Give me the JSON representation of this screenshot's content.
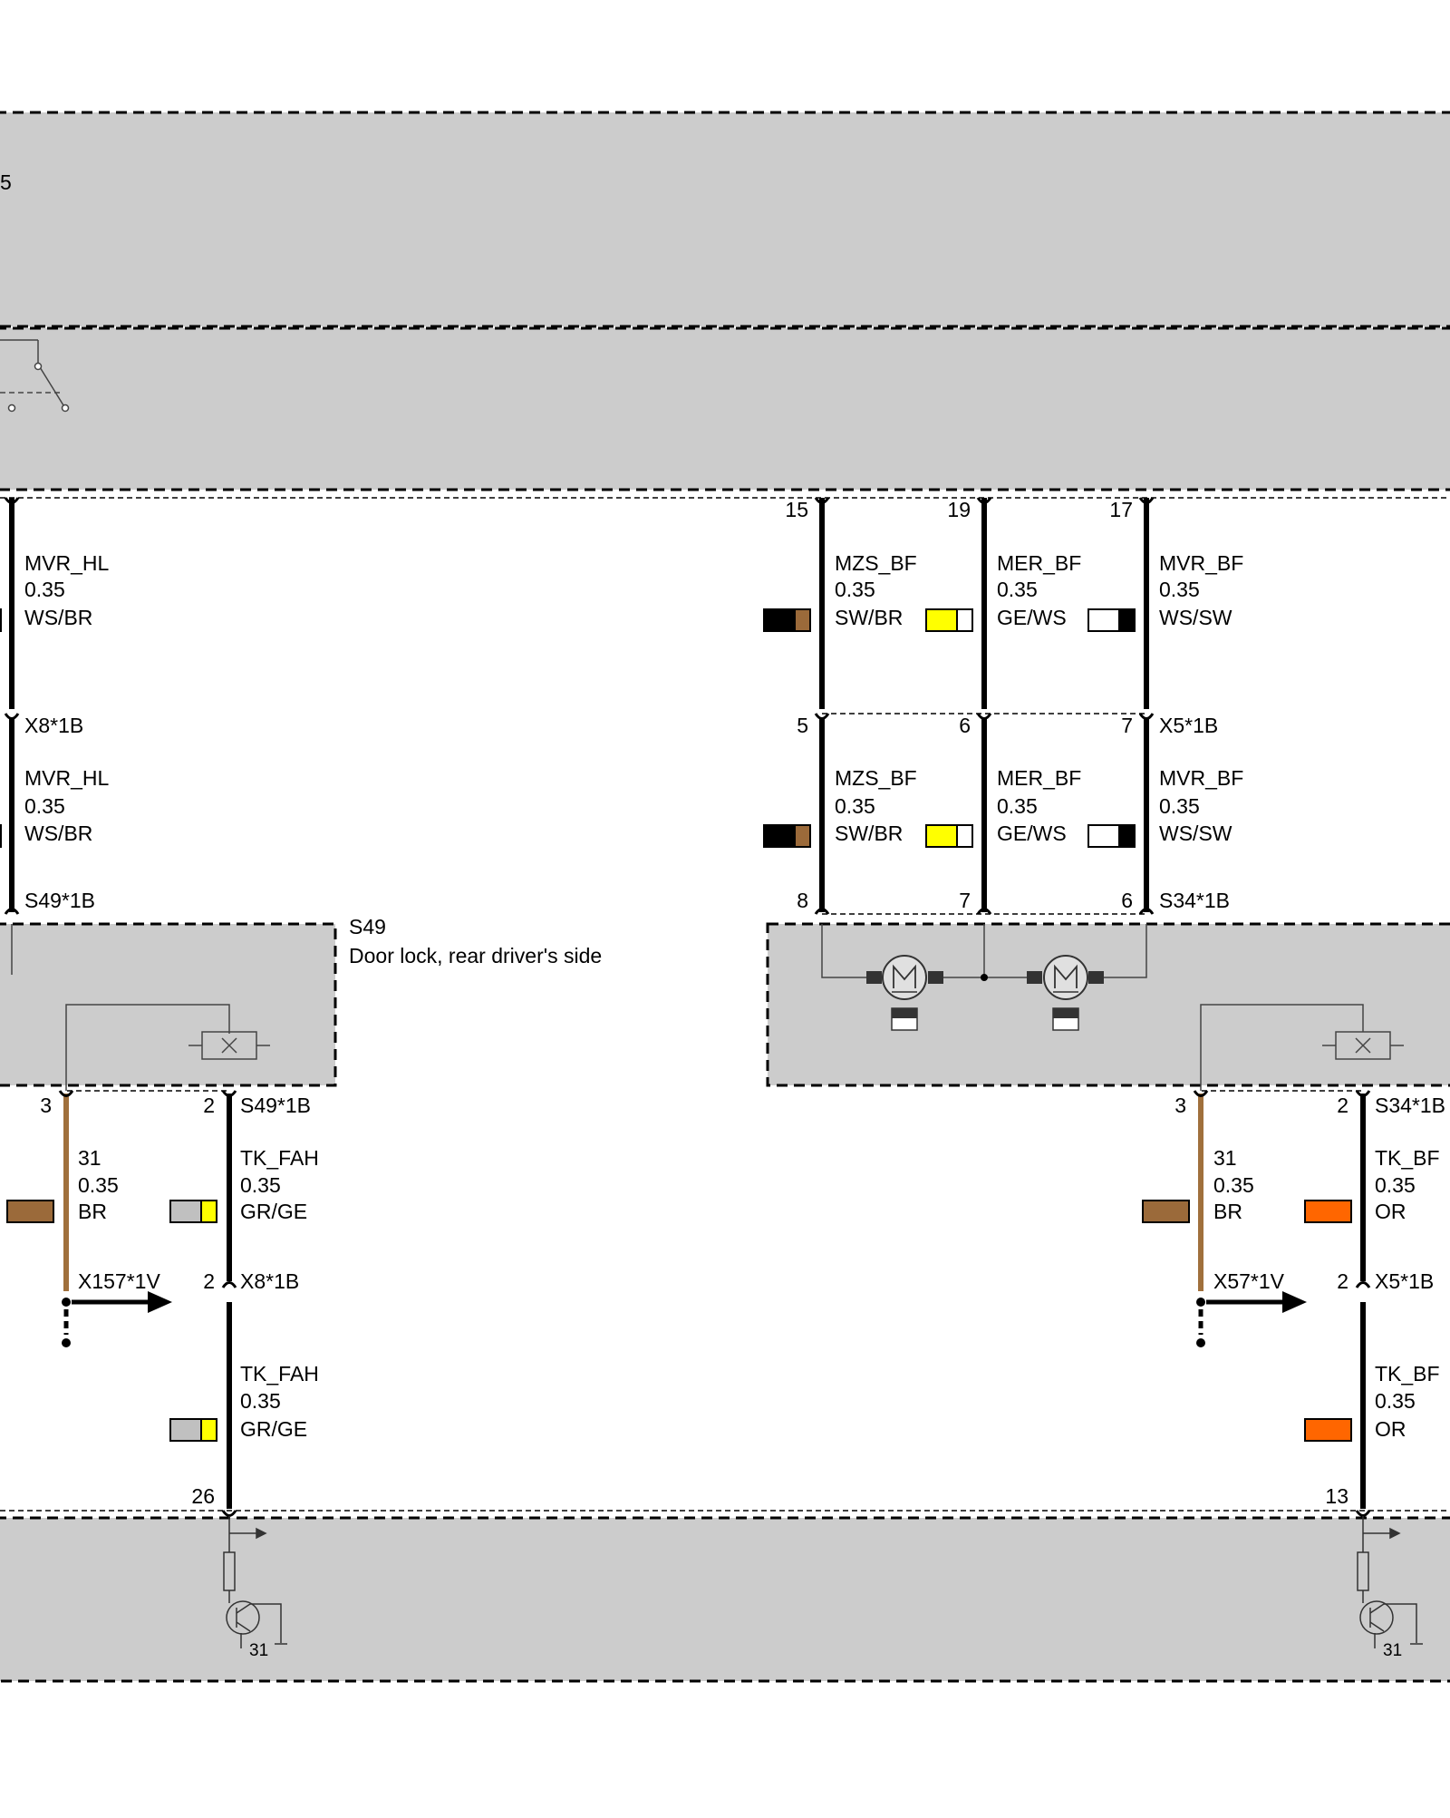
{
  "top_module": {
    "label_fragment": "5"
  },
  "left_section": {
    "upper_pin": {
      "signal": "MVR_HL",
      "size": "0.35",
      "color_code": "WS/BR"
    },
    "connector_mid": "X8*1B",
    "lower_pin": {
      "signal": "MVR_HL",
      "size": "0.35",
      "color_code": "WS/BR"
    },
    "connector_bottom": "S49*1B",
    "component": {
      "id": "S49",
      "name": "Door lock, rear driver's side"
    },
    "pin3": {
      "pin": "3",
      "signal": "31",
      "size": "0.35",
      "color_code": "BR"
    },
    "pin2": {
      "pin": "2",
      "connector": "S49*1B",
      "signal": "TK_FAH",
      "size": "0.35",
      "color_code": "GR/GE"
    },
    "ground_conn": "X157*1V",
    "pin2_x": {
      "pin": "2",
      "connector": "X8*1B"
    },
    "lower_wire": {
      "signal": "TK_FAH",
      "size": "0.35",
      "color_code": "GR/GE"
    },
    "ecu_pin": "26",
    "ground_label": "31"
  },
  "right_section": {
    "upper_pins": [
      {
        "pin": "15",
        "signal": "MZS_BF",
        "size": "0.35",
        "color_code": "SW/BR"
      },
      {
        "pin": "19",
        "signal": "MER_BF",
        "size": "0.35",
        "color_code": "GE/WS"
      },
      {
        "pin": "17",
        "signal": "MVR_BF",
        "size": "0.35",
        "color_code": "WS/SW"
      }
    ],
    "connector_mid": "X5*1B",
    "mid_pins": [
      "5",
      "6",
      "7"
    ],
    "lower_pins": [
      {
        "signal": "MZS_BF",
        "size": "0.35",
        "color_code": "SW/BR"
      },
      {
        "signal": "MER_BF",
        "size": "0.35",
        "color_code": "GE/WS"
      },
      {
        "signal": "MVR_BF",
        "size": "0.35",
        "color_code": "WS/SW"
      }
    ],
    "bottom_pins": [
      "8",
      "7",
      "6"
    ],
    "connector_bottom": "S34*1B",
    "pin3": {
      "pin": "3",
      "signal": "31",
      "size": "0.35",
      "color_code": "BR"
    },
    "pin2": {
      "pin": "2",
      "connector": "S34*1B",
      "signal": "TK_BF",
      "size": "0.35",
      "color_code": "OR"
    },
    "ground_conn": "X57*1V",
    "pin2_x": {
      "pin": "2",
      "connector": "X5*1B"
    },
    "lower_wire": {
      "signal": "TK_BF",
      "size": "0.35",
      "color_code": "OR"
    },
    "ecu_pin": "13",
    "ground_label": "31"
  },
  "colors": {
    "module_fill": "#cccccc",
    "wire": "#000000",
    "brown_wire": "#a0703c",
    "brown": "#9b6a3a",
    "yellow": "#ffff00",
    "grey": "#c0c0c0",
    "orange": "#ff6600",
    "black": "#000000",
    "white": "#ffffff"
  }
}
